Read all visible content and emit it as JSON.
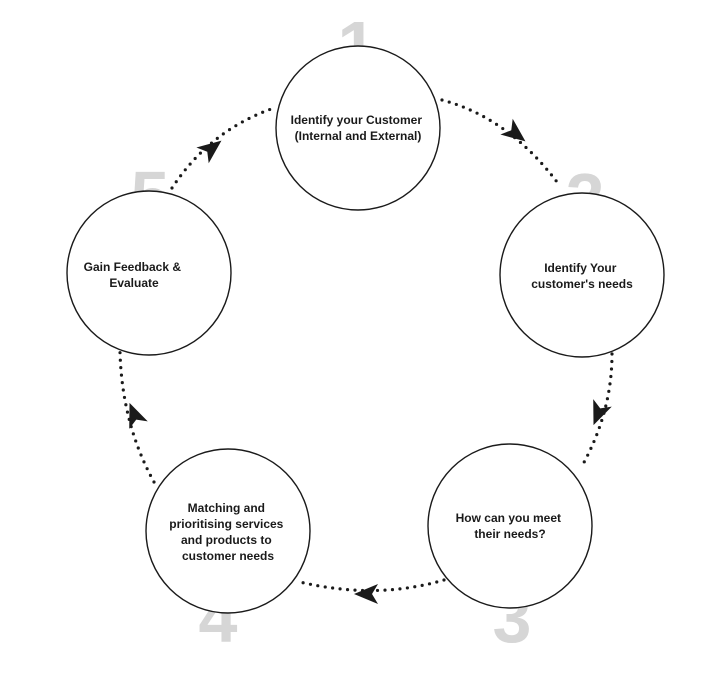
{
  "diagram": {
    "steps": [
      {
        "number": "1",
        "lines": [
          "Identify your Customer",
          "(Internal and External)"
        ]
      },
      {
        "number": "2",
        "lines": [
          "Identify Your",
          "customer's needs"
        ]
      },
      {
        "number": "3",
        "lines": [
          "How can you meet",
          "their needs?"
        ]
      },
      {
        "number": "4",
        "lines": [
          "Matching and",
          "prioritising services",
          "and products to",
          "customer needs"
        ]
      },
      {
        "number": "5",
        "lines": [
          "Gain Feedback &",
          "Evaluate"
        ]
      }
    ],
    "colors": {
      "stroke": "#1a1a1a",
      "number": "#d6d6d6",
      "fill": "#ffffff"
    },
    "connector_style": "dotted arrows, clockwise cycle"
  }
}
